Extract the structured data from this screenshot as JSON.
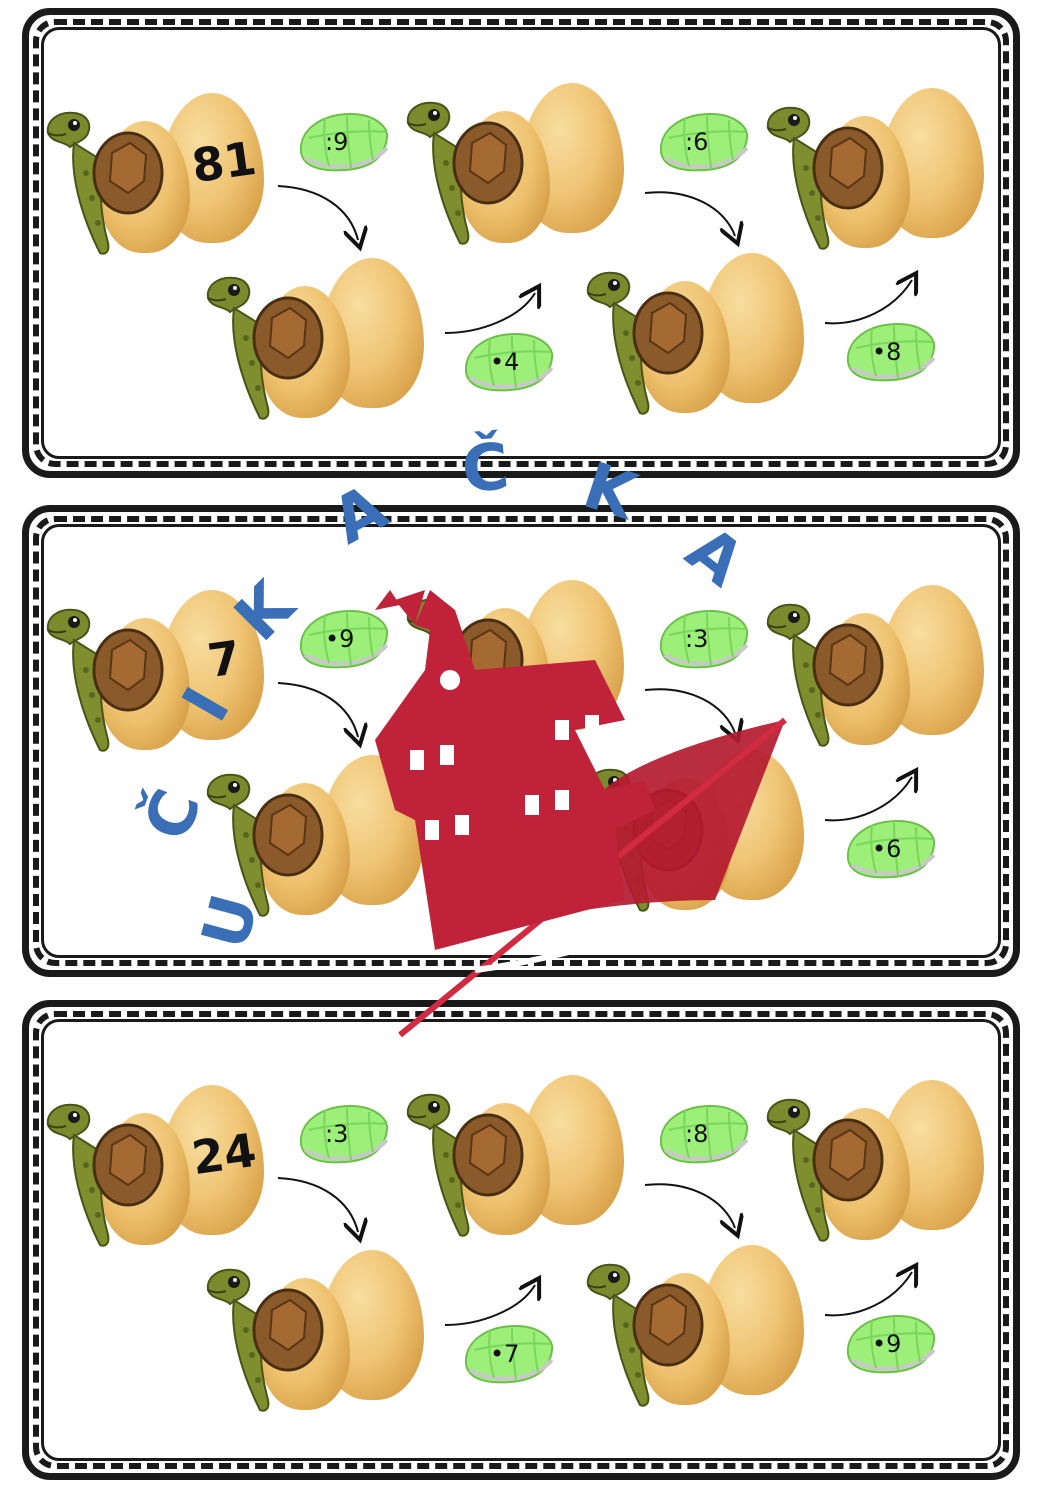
{
  "colors": {
    "frame": "#1a1a1a",
    "egg": "#efc474",
    "turtle_skin": "#7a8a2c",
    "turtle_shell": "#8a5a2a",
    "green_shell": "#9ef07a",
    "watermark_red": "#b01a30",
    "watermark_blue": "#3a6fb8",
    "watermark_purple": "#5a3aa0"
  },
  "worksheet": {
    "chains": [
      {
        "start": "81",
        "operations": [
          ":9",
          "•4",
          ":6",
          "•8"
        ]
      },
      {
        "start": "7",
        "operations": [
          "•9",
          "",
          ":3",
          "•6"
        ]
      },
      {
        "start": "24",
        "operations": [
          ":3",
          "•7",
          ":8",
          "•9"
        ]
      }
    ]
  },
  "watermark": {
    "letters": [
      "U",
      "Č",
      "I",
      "K",
      "A",
      "Č",
      "K",
      "A"
    ],
    "logo": "school-book-logo"
  }
}
